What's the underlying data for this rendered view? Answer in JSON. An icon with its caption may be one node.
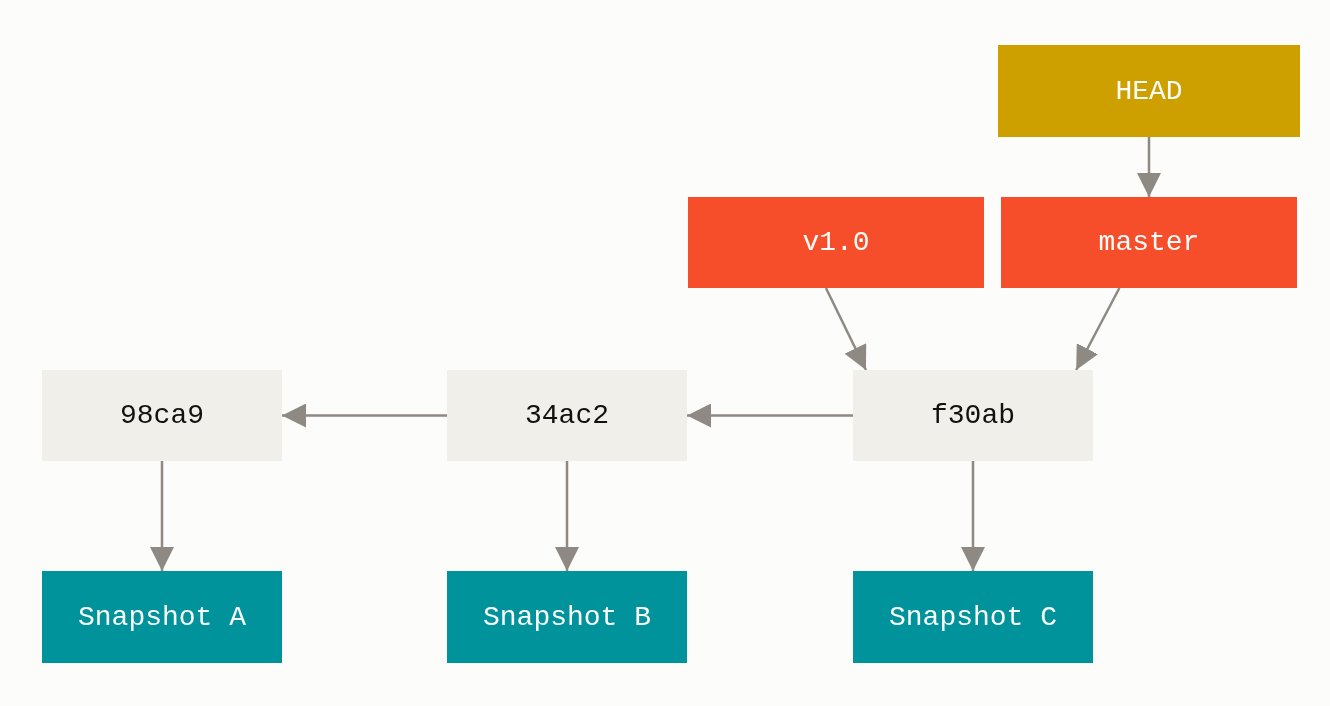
{
  "diagram": {
    "nodes": [
      {
        "text": [
          "HEAD"
        ]
      },
      {
        "text": [
          "v1.0"
        ]
      },
      {
        "text": [
          "master"
        ]
      },
      {
        "text": [
          "98ca9"
        ]
      },
      {
        "text": [
          "34ac2"
        ]
      },
      {
        "text": [
          "f30ab"
        ]
      },
      {
        "text": [
          "Snapshot A"
        ]
      },
      {
        "text": [
          "Snapshot B"
        ]
      },
      {
        "text": [
          "Snapshot C"
        ]
      }
    ],
    "edges": [
      {
        "from": 0,
        "to": 2,
        "arrow": "to"
      },
      {
        "from": 1,
        "to": 5,
        "arrow": "to"
      },
      {
        "from": 2,
        "to": 5,
        "arrow": "to"
      },
      {
        "from": 5,
        "to": 4,
        "arrow": "to"
      },
      {
        "from": 4,
        "to": 3,
        "arrow": "to"
      },
      {
        "from": 3,
        "to": 6,
        "arrow": "to"
      },
      {
        "from": 4,
        "to": 7,
        "arrow": "to"
      },
      {
        "from": 5,
        "to": 8,
        "arrow": "to"
      }
    ]
  }
}
